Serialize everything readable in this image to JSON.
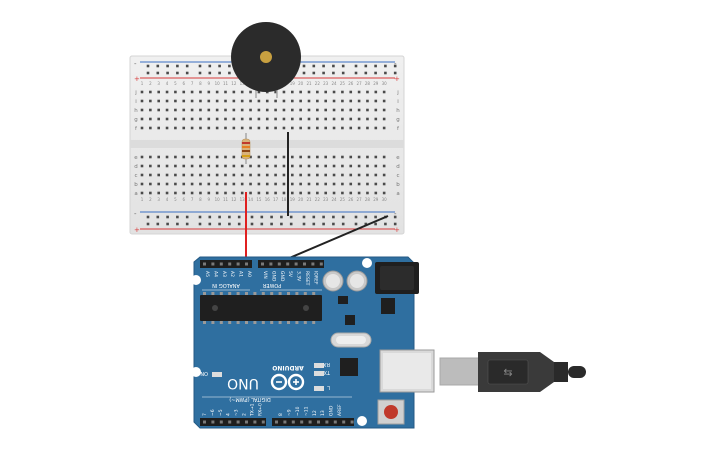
{
  "arduino": {
    "brand": "ARDUINO",
    "model": "UNO",
    "analog_in": "ANALOG IN",
    "power": "POWER",
    "digital": "DIGITAL (PWM~)",
    "on": "ON",
    "tx": "TX",
    "rx": "RX",
    "l": "L",
    "analog_pins": [
      "A5",
      "A4",
      "A3",
      "A2",
      "A1",
      "A0"
    ],
    "power_pins": [
      "VIN",
      "GND",
      "GND",
      "5V",
      "3.3V",
      "RESET",
      "IOREF"
    ],
    "digital_pins_hi": [
      "AREF",
      "GND",
      "13",
      "12",
      "~11",
      "~10",
      "~9",
      "8"
    ],
    "digital_pins_lo": [
      "7",
      "~6",
      "~5",
      "4",
      "~3",
      "2",
      "TX→1",
      "RX←0"
    ]
  },
  "breadboard": {
    "rows_top": [
      "j",
      "i",
      "h",
      "g",
      "f"
    ],
    "rows_bottom": [
      "e",
      "d",
      "c",
      "b",
      "a"
    ],
    "columns": 30,
    "rail_plus": "+",
    "rail_minus": "-"
  },
  "colors": {
    "board_blue": "#2f6fa0",
    "wire_red": "#e02020",
    "wire_black": "#222222",
    "buzzer": "#2b2b2b",
    "buzzer_center": "#c8a040",
    "usb_plug": "#3a3a3a"
  }
}
